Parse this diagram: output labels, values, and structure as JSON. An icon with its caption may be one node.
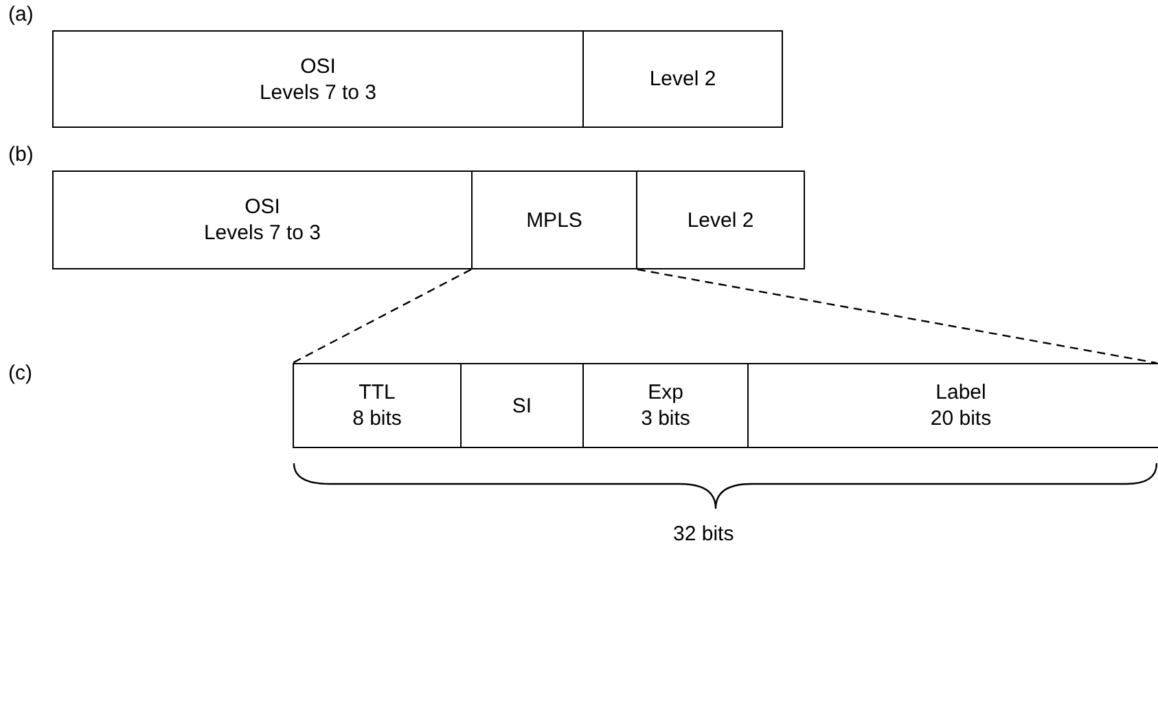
{
  "diagram": {
    "nodes": [
      {
        "text": [
          "OSI",
          "Levels 7 to 3"
        ]
      },
      {
        "text": [
          "Level 2"
        ]
      },
      {
        "text": [
          "OSI",
          "Levels 7 to 3"
        ]
      },
      {
        "text": [
          "MPLS"
        ]
      },
      {
        "text": [
          "Level 2"
        ]
      },
      {
        "text": [
          "TTL",
          "8 bits"
        ]
      },
      {
        "text": [
          "SI"
        ]
      },
      {
        "text": [
          "Exp",
          "3 bits"
        ]
      },
      {
        "text": [
          "Label",
          "20 bits"
        ]
      }
    ],
    "edges": [
      {
        "from": 3,
        "to": 5,
        "arrow": "none",
        "style": "dashed"
      },
      {
        "from": 3,
        "to": 8,
        "arrow": "none",
        "style": "dashed"
      }
    ],
    "labels": [
      "(a)",
      "(b)",
      "(c)",
      "32 bits"
    ]
  }
}
